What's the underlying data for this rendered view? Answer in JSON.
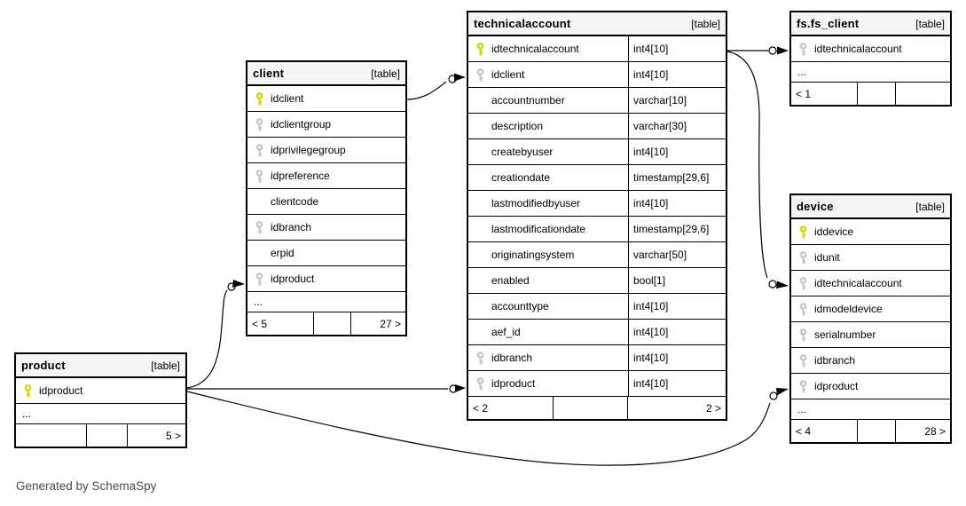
{
  "caption": "Generated by SchemaSpy",
  "key_colors": {
    "primary": "#d4d400",
    "foreign": "#c6c6c6"
  },
  "tables": [
    {
      "id": "client",
      "title": "client",
      "tag": "[table]",
      "rows": [
        {
          "name": "idclient",
          "key": "pk"
        },
        {
          "name": "idclientgroup",
          "key": "fk"
        },
        {
          "name": "idprivilegegroup",
          "key": "fk"
        },
        {
          "name": "idpreference",
          "key": "fk"
        },
        {
          "name": "clientcode",
          "key": null
        },
        {
          "name": "idbranch",
          "key": "fk"
        },
        {
          "name": "erpid",
          "key": null
        },
        {
          "name": "idproduct",
          "key": "fk"
        },
        {
          "ellipsis": true,
          "name": "..."
        }
      ],
      "footer": {
        "left": "< 5",
        "mid": "",
        "right": "27 >"
      }
    },
    {
      "id": "technicalaccount",
      "title": "technicalaccount",
      "tag": "[table]",
      "rows": [
        {
          "name": "idtechnicalaccount",
          "type": "int4[10]",
          "key": "pk"
        },
        {
          "name": "idclient",
          "type": "int4[10]",
          "key": "fk"
        },
        {
          "name": "accountnumber",
          "type": "varchar[10]",
          "key": null
        },
        {
          "name": "description",
          "type": "varchar[30]",
          "key": null
        },
        {
          "name": "createbyuser",
          "type": "int4[10]",
          "key": null
        },
        {
          "name": "creationdate",
          "type": "timestamp[29,6]",
          "key": null
        },
        {
          "name": "lastmodifiedbyuser",
          "type": "int4[10]",
          "key": null
        },
        {
          "name": "lastmodificationdate",
          "type": "timestamp[29,6]",
          "key": null
        },
        {
          "name": "originatingsystem",
          "type": "varchar[50]",
          "key": null
        },
        {
          "name": "enabled",
          "type": "bool[1]",
          "key": null
        },
        {
          "name": "accounttype",
          "type": "int4[10]",
          "key": null
        },
        {
          "name": "aef_id",
          "type": "int4[10]",
          "key": null
        },
        {
          "name": "idbranch",
          "type": "int4[10]",
          "key": "fk"
        },
        {
          "name": "idproduct",
          "type": "int4[10]",
          "key": "fk"
        }
      ],
      "footer": {
        "left": "< 2",
        "mid": "",
        "right": "2 >"
      }
    },
    {
      "id": "fs_client",
      "title": "fs.fs_client",
      "tag": "[table]",
      "rows": [
        {
          "name": "idtechnicalaccount",
          "key": "fk"
        },
        {
          "ellipsis": true,
          "name": "..."
        }
      ],
      "footer": {
        "left": "< 1",
        "mid": "",
        "right": ""
      }
    },
    {
      "id": "device",
      "title": "device",
      "tag": "[table]",
      "rows": [
        {
          "name": "iddevice",
          "key": "pk"
        },
        {
          "name": "idunit",
          "key": "fk"
        },
        {
          "name": "idtechnicalaccount",
          "key": "fk"
        },
        {
          "name": "idmodeldevice",
          "key": "fk"
        },
        {
          "name": "serialnumber",
          "key": "fk"
        },
        {
          "name": "idbranch",
          "key": "fk"
        },
        {
          "name": "idproduct",
          "key": "fk"
        },
        {
          "ellipsis": true,
          "name": "..."
        }
      ],
      "footer": {
        "left": "< 4",
        "mid": "",
        "right": "28 >"
      }
    },
    {
      "id": "product",
      "title": "product",
      "tag": "[table]",
      "rows": [
        {
          "name": "idproduct",
          "key": "pk"
        },
        {
          "ellipsis": true,
          "name": "..."
        }
      ],
      "footer": {
        "left": "",
        "mid": "",
        "right": "5 >"
      }
    }
  ],
  "relationships": [
    {
      "from": "client.idclient",
      "to": "technicalaccount.idclient"
    },
    {
      "from": "technicalaccount.idtechnicalaccount",
      "to": "fs.fs_client.idtechnicalaccount"
    },
    {
      "from": "technicalaccount.idtechnicalaccount",
      "to": "device.idtechnicalaccount"
    },
    {
      "from": "product.idproduct",
      "to": "client.idproduct"
    },
    {
      "from": "product.idproduct",
      "to": "technicalaccount.idproduct"
    },
    {
      "from": "product.idproduct",
      "to": "device.idproduct"
    }
  ]
}
